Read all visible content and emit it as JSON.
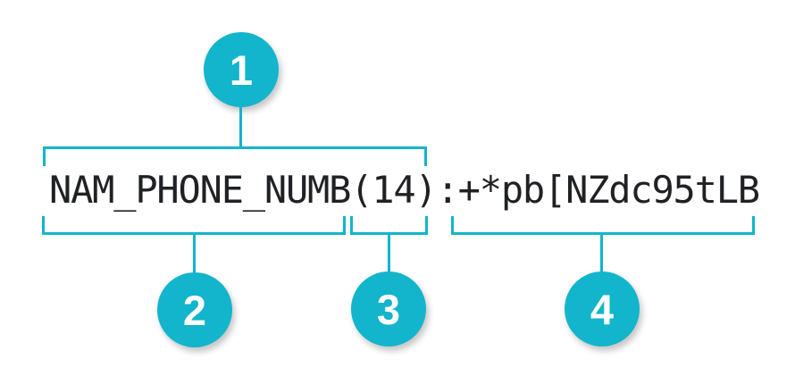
{
  "diagram": {
    "description_labels": {
      "callout_1": "1",
      "callout_2": "2",
      "callout_3": "3",
      "callout_4": "4"
    },
    "token": {
      "full": "NAM_PHONE_NUMB(14):+*pb[NZdc95tLB",
      "infotype": "NAM_PHONE_NUMB",
      "length": "(14)",
      "separator": ":",
      "surrogate": "+*pb[NZdc95tLB"
    },
    "callouts": [
      {
        "label": "1"
      },
      {
        "label": "2"
      },
      {
        "label": "3"
      },
      {
        "label": "4"
      }
    ],
    "colors": {
      "accent": "#12b5cb",
      "text": "#202124",
      "background": "#ffffff",
      "badge_number": "#ffffff"
    }
  }
}
